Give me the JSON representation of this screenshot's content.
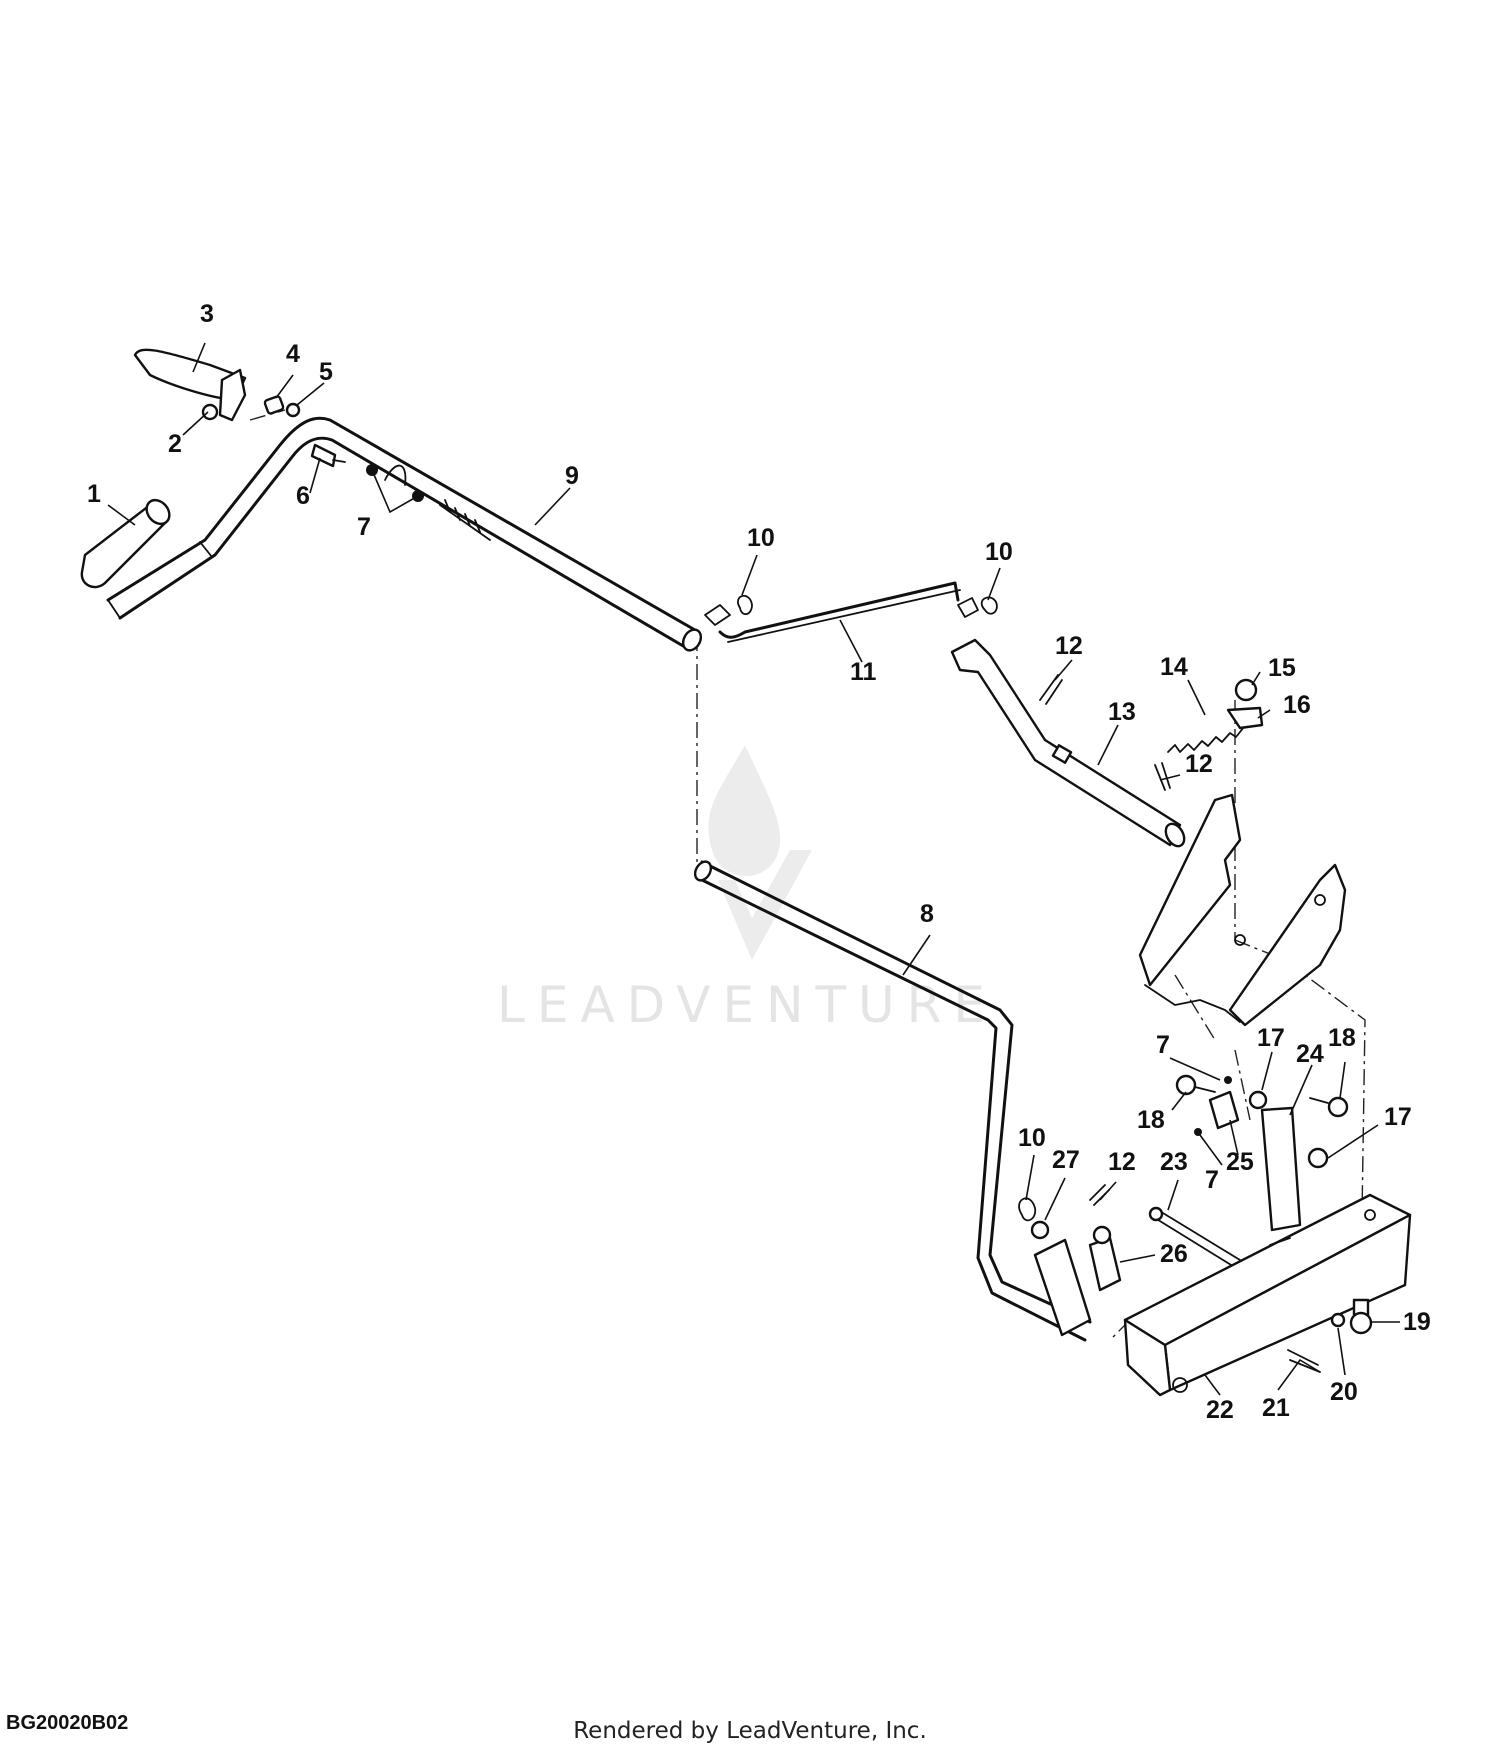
{
  "watermark": {
    "text": "LEADVENTURE"
  },
  "figure_code": "BG20020B02",
  "render_credit": "Rendered by LeadVenture, Inc.",
  "callouts": [
    {
      "id": "c1",
      "label": "1"
    },
    {
      "id": "c2",
      "label": "2"
    },
    {
      "id": "c3",
      "label": "3"
    },
    {
      "id": "c4",
      "label": "4"
    },
    {
      "id": "c5",
      "label": "5"
    },
    {
      "id": "c6",
      "label": "6"
    },
    {
      "id": "c7a",
      "label": "7"
    },
    {
      "id": "c8",
      "label": "8"
    },
    {
      "id": "c9",
      "label": "9"
    },
    {
      "id": "c10a",
      "label": "10"
    },
    {
      "id": "c10b",
      "label": "10"
    },
    {
      "id": "c11",
      "label": "11"
    },
    {
      "id": "c12a",
      "label": "12"
    },
    {
      "id": "c13",
      "label": "13"
    },
    {
      "id": "c14",
      "label": "14"
    },
    {
      "id": "c15",
      "label": "15"
    },
    {
      "id": "c16",
      "label": "16"
    },
    {
      "id": "c12b",
      "label": "12"
    },
    {
      "id": "c7b",
      "label": "7"
    },
    {
      "id": "c17a",
      "label": "17"
    },
    {
      "id": "c24",
      "label": "24"
    },
    {
      "id": "c18a",
      "label": "18"
    },
    {
      "id": "c18b",
      "label": "18"
    },
    {
      "id": "c17b",
      "label": "17"
    },
    {
      "id": "c25",
      "label": "25"
    },
    {
      "id": "c7c",
      "label": "7"
    },
    {
      "id": "c10c",
      "label": "10"
    },
    {
      "id": "c27",
      "label": "27"
    },
    {
      "id": "c12c",
      "label": "12"
    },
    {
      "id": "c23",
      "label": "23"
    },
    {
      "id": "c26",
      "label": "26"
    },
    {
      "id": "c19",
      "label": "19"
    },
    {
      "id": "c20",
      "label": "20"
    },
    {
      "id": "c21",
      "label": "21"
    },
    {
      "id": "c22",
      "label": "22"
    }
  ]
}
